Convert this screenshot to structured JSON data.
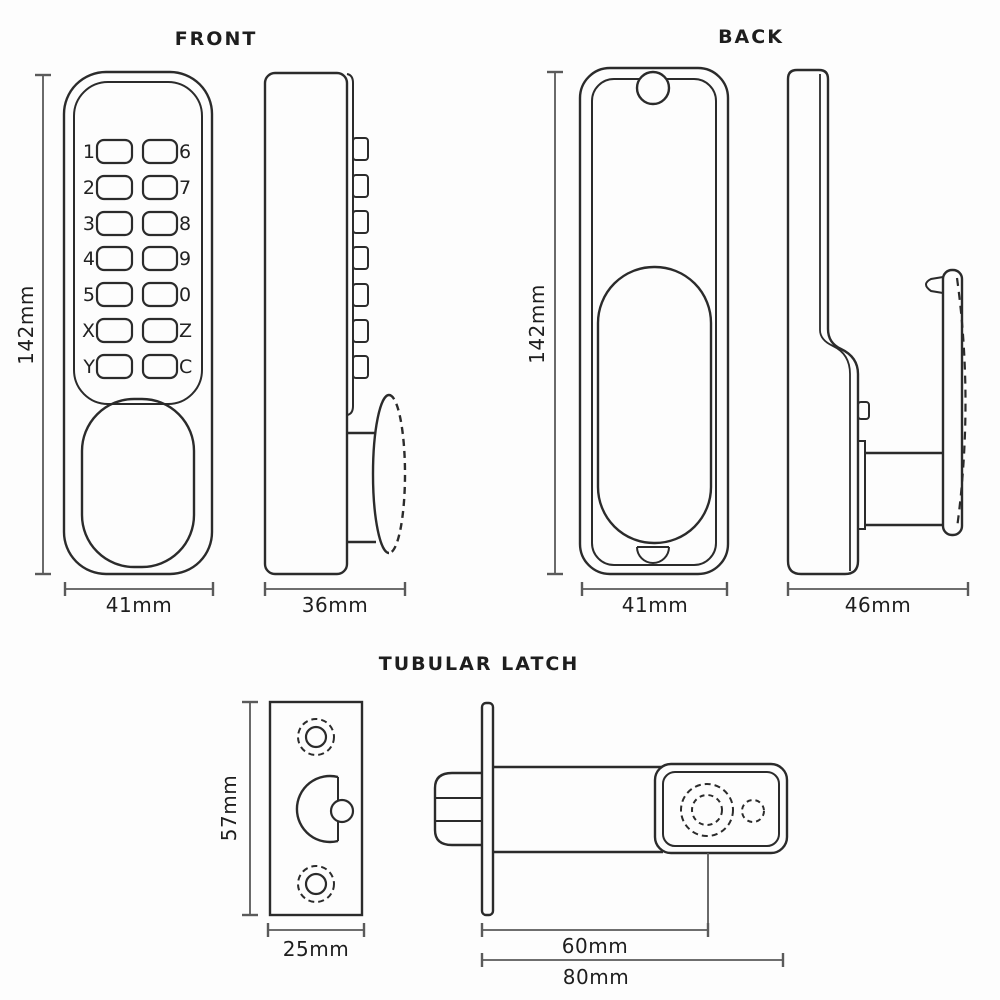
{
  "colors": {
    "background": "#fdfdfd",
    "outline": "#2b2b2b",
    "dim_line": "#5a5a5a",
    "text": "#1e1e1e"
  },
  "titles": {
    "front": "FRONT",
    "back": "BACK",
    "tubular_latch": "TUBULAR LATCH"
  },
  "front_view": {
    "height_label": "142mm",
    "width_label": "41mm",
    "keypad_rows": [
      {
        "left": "1",
        "right": "6"
      },
      {
        "left": "2",
        "right": "7"
      },
      {
        "left": "3",
        "right": "8"
      },
      {
        "left": "4",
        "right": "9"
      },
      {
        "left": "5",
        "right": "0"
      },
      {
        "left": "X",
        "right": "Z"
      },
      {
        "left": "Y",
        "right": "C"
      }
    ]
  },
  "front_side_view": {
    "depth_label": "36mm"
  },
  "back_view": {
    "height_label": "142mm",
    "width_label": "41mm"
  },
  "back_side_view": {
    "depth_label": "46mm"
  },
  "latch": {
    "plate_height_label": "57mm",
    "plate_width_label": "25mm",
    "backset_label": "60mm",
    "length_label": "80mm"
  }
}
